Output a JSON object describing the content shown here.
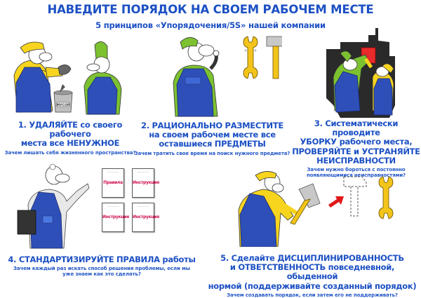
{
  "header": {
    "title": "НАВЕДИТЕ ПОРЯДОК НА СВОЕМ РАБОЧЕМ МЕСТЕ",
    "subtitle": "5 принципов «Упорядочения/5S» нашей компании"
  },
  "colors": {
    "text_blue": "#1c50c4",
    "overalls_blue": "#2f4fb8",
    "shirt_yellow": "#f7d51e",
    "shirt_green": "#7cc230",
    "tool_yellow": "#f3c41a",
    "tool_gray": "#c8c8c8",
    "doc_red": "#d0104c",
    "arrow_red": "#e01818"
  },
  "principles": [
    {
      "number": "1.",
      "lines": [
        "УДАЛЯЙТЕ со своего рабочего",
        "места все НЕНУЖНОЕ"
      ],
      "question": "Зачем лишать себя жизненного пространства?",
      "illustration": "workers-discarding-trash",
      "bin_label": "МУСОР"
    },
    {
      "number": "2.",
      "lines": [
        "РАЦИОНАЛЬНО РАЗМЕСТИТЕ",
        "на своем рабочем месте все",
        "оставшиеся ПРЕДМЕТЫ"
      ],
      "question": "Зачем тратить свое время на поиск нужного предмета?",
      "illustration": "worker-with-wrench-and-hammer"
    },
    {
      "number": "3.",
      "lines": [
        "Систематически проводите",
        "УБОРКУ рабочего места,",
        "ПРОВЕРЯЙТЕ и УСТРАНЯЙТЕ",
        "НЕИСПРАВНОСТИ"
      ],
      "question_lines": [
        "Зачем нужно бороться с постоянно",
        "появляющимися неисправностями?"
      ],
      "illustration": "workers-fixing-machine"
    },
    {
      "number": "4.",
      "lines": [
        "СТАНДАРТИЗИРУЙТЕ ПРАВИЛА работы"
      ],
      "question_lines": [
        "Зачем каждый раз искать способ решения проблемы, если мы",
        "уже знаем как это сделать?"
      ],
      "illustration": "worker-pointing-at-documents",
      "documents": [
        "Правила",
        "Инструкция",
        "Инструкция",
        "Инструкция"
      ]
    },
    {
      "number": "5.",
      "lines": [
        "Сделайте ДИСЦИПЛИНИРОВАННОСТЬ",
        "и ОТВЕТСТВЕННОСТЬ повседневной, обыденной",
        "нормой (поддерживайте созданный порядок)"
      ],
      "question": "Зачем создавать порядок, если затем его не поддерживать?",
      "illustration": "worker-returning-hammer-to-outline"
    }
  ]
}
